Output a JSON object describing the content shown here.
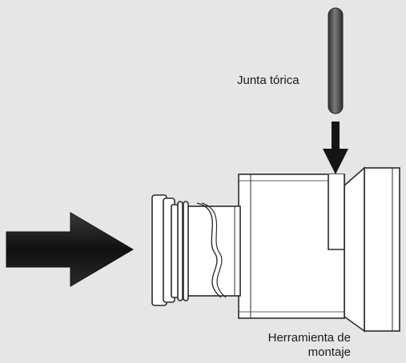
{
  "labels": {
    "o_ring": "Junta tórica",
    "mounting_tool": "Herramienta de montaje"
  },
  "colors": {
    "background": "#e6e6e6",
    "outline": "#2b2b2b",
    "part_fill": "#ffffff",
    "arrow_fill": "#151515",
    "o_ring_fill": "#4a4a4a"
  },
  "icons": {
    "push_arrow": "big-arrow-right",
    "insert_arrow": "arrow-down"
  }
}
